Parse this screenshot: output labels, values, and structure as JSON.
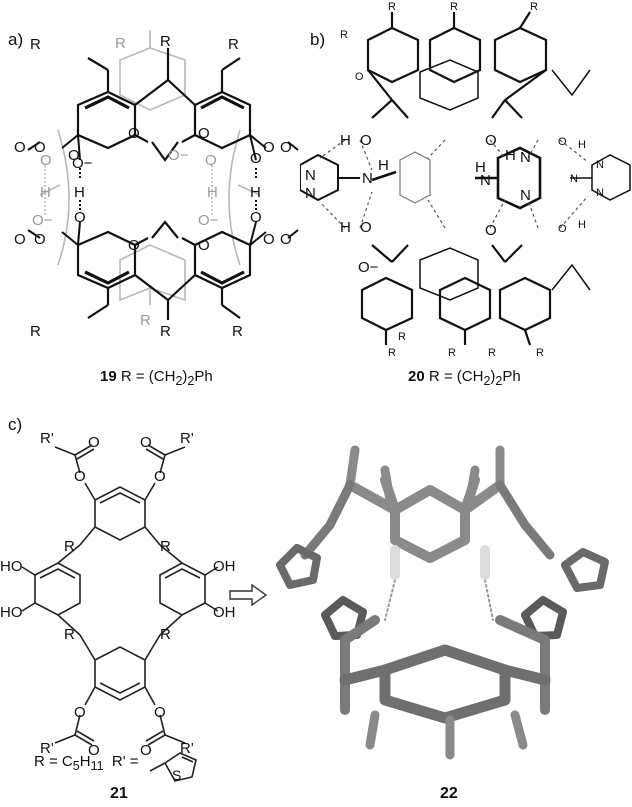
{
  "panels": {
    "a": {
      "label": "a)",
      "compound_number": "19",
      "compound_formula": "R = (CH",
      "compound_sub": "2",
      "compound_tail": ")",
      "compound_sub2": "2",
      "compound_end": "Ph",
      "atoms": {
        "R": "R",
        "O": "O",
        "Ominus": "O−",
        "H": "H",
        "MeO": "O"
      }
    },
    "b": {
      "label": "b)",
      "compound_number": "20",
      "compound_formula": "R = (CH",
      "compound_sub": "2",
      "compound_tail": ")",
      "compound_sub2": "2",
      "compound_end": "Ph",
      "atoms": {
        "R": "R",
        "N": "N",
        "H": "H",
        "O": "O",
        "Ominus": "O−"
      }
    },
    "c": {
      "label": "c)",
      "compound_number": "21",
      "model_number": "22",
      "r_def": "R = C",
      "r_sub": "5",
      "r_sub2": "H",
      "r_sub3": "11",
      "rprime_def": "R' =",
      "atoms": {
        "Rprime": "R'",
        "R": "R",
        "HO": "HO",
        "OH": "OH",
        "O": "O",
        "S": "S"
      }
    }
  },
  "colors": {
    "ink": "#111111",
    "ghost": "#b5b5b5",
    "stick": "#8c8c8c",
    "stick_dark": "#5e5e5e"
  },
  "icons": {
    "arrow": "hollow-right-arrow-icon"
  }
}
